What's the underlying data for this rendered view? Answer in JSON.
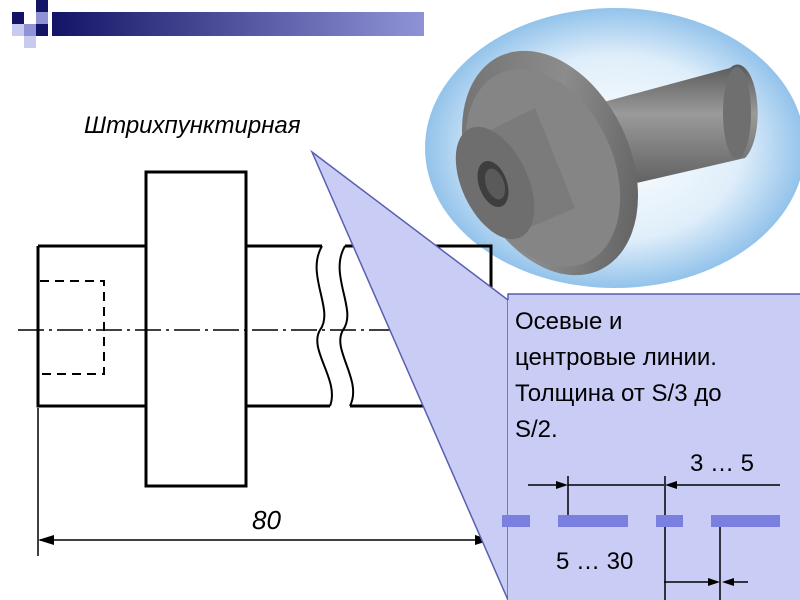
{
  "drawing": {
    "line_type_label": "Штрихпунктирная",
    "dimension_value": "80"
  },
  "callout": {
    "lines": [
      "Осевые и",
      "центровые линии.",
      "Толщина  от S/3 до",
      "S/2."
    ],
    "gap_range": "3 … 5",
    "dash_range": "5 … 30"
  },
  "colors": {
    "callout_fill": "#c9ccf5",
    "callout_stroke": "#5a5fb0",
    "render_halo": "#6aa6dd",
    "part_gray": "#7a7a7a",
    "deco_blue": "#1c1c7a"
  }
}
